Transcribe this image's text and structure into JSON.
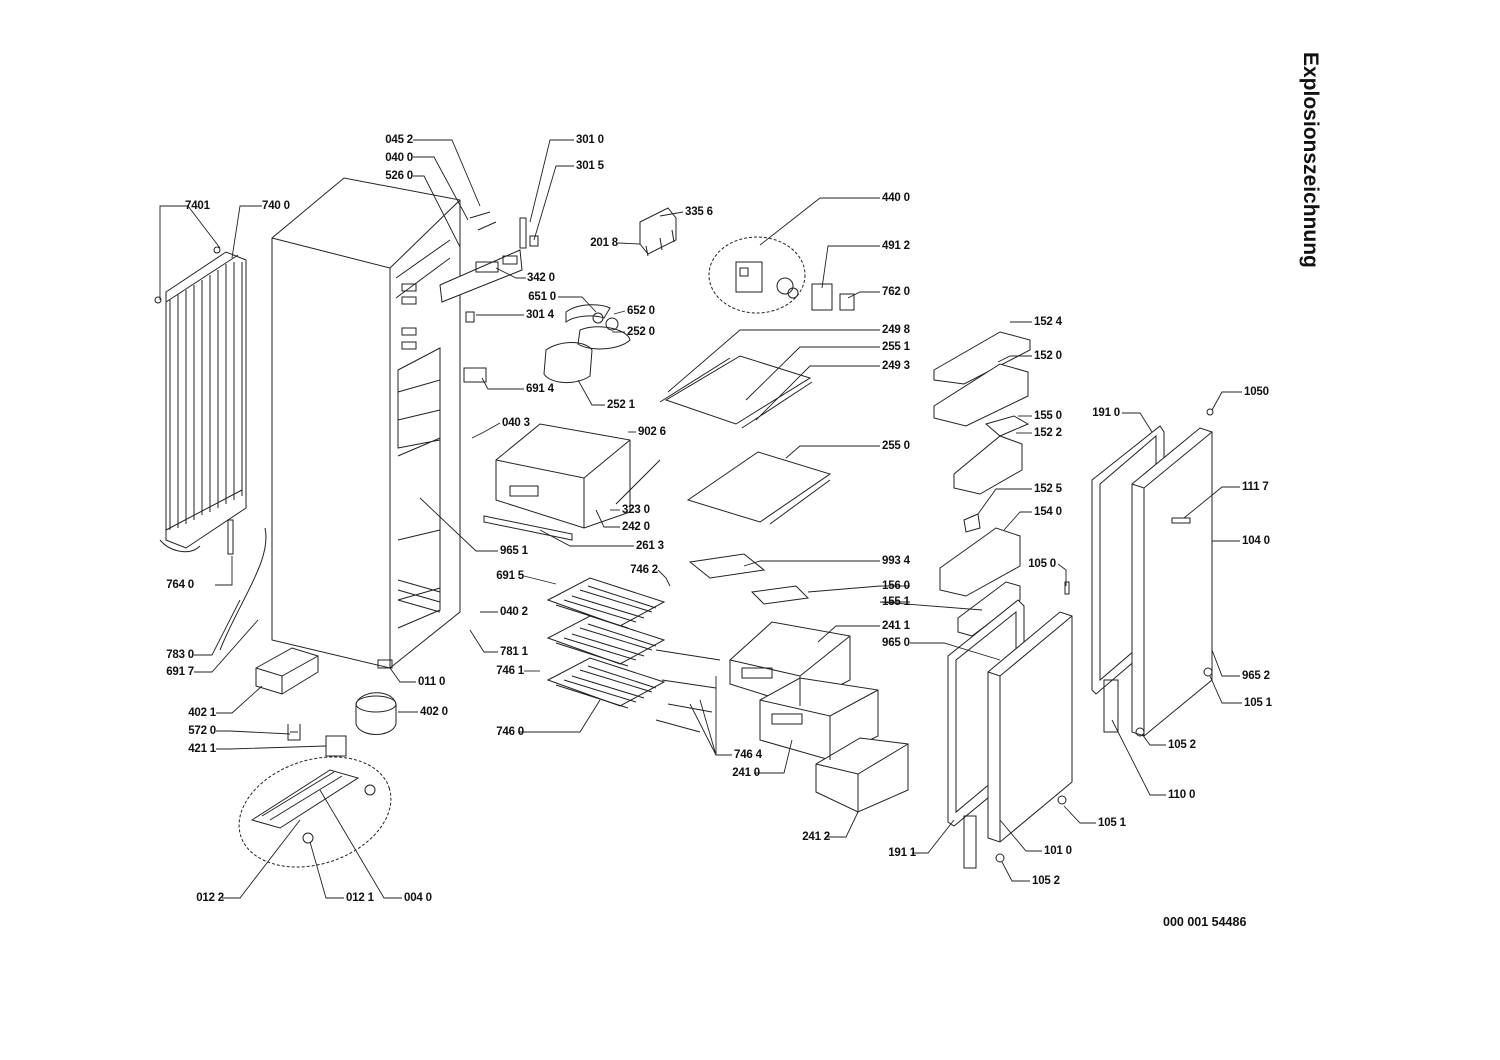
{
  "title": "Explosionszeichnung",
  "drawing_number": "000 001 54486",
  "callouts": [
    "045 2",
    "040 0",
    "526 0",
    "301 0",
    "301 5",
    "7401",
    "740 0",
    "335 6",
    "201 8",
    "440 0",
    "491 2",
    "342 0",
    "651 0",
    "652 0",
    "762 0",
    "301 4",
    "252 0",
    "249 8",
    "152 4",
    "255 1",
    "249 3",
    "691 4",
    "152 0",
    "252 1",
    "1050",
    "155 0",
    "191 0",
    "040 3",
    "902 6",
    "152 2",
    "255 0",
    "111 7",
    "152 5",
    "323 0",
    "242 0",
    "154 0",
    "104 0",
    "261 3",
    "965 1",
    "993 4",
    "105 0",
    "691 5",
    "746 2",
    "156 0",
    "155 1",
    "040 2",
    "241 1",
    "764 0",
    "965 0",
    "781 1",
    "783 0",
    "746 1",
    "965 2",
    "691 7",
    "011 0",
    "105 1",
    "402 1",
    "402 0",
    "746 0",
    "572 0",
    "105 2",
    "421 1",
    "746 4",
    "241 0",
    "110 0",
    "105 1",
    "241 2",
    "191 1",
    "101 0",
    "105 2",
    "012 2",
    "012 1",
    "004 0"
  ]
}
